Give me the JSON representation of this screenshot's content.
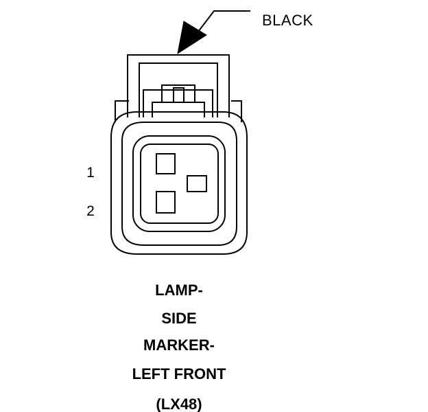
{
  "connector": {
    "color_label": "BLACK",
    "pins": [
      "1",
      "2"
    ],
    "title_lines": [
      "LAMP-",
      "SIDE",
      "MARKER-",
      "LEFT FRONT",
      "(LX48)"
    ]
  },
  "colors": {
    "line": "#000000",
    "background": "#ffffff"
  }
}
